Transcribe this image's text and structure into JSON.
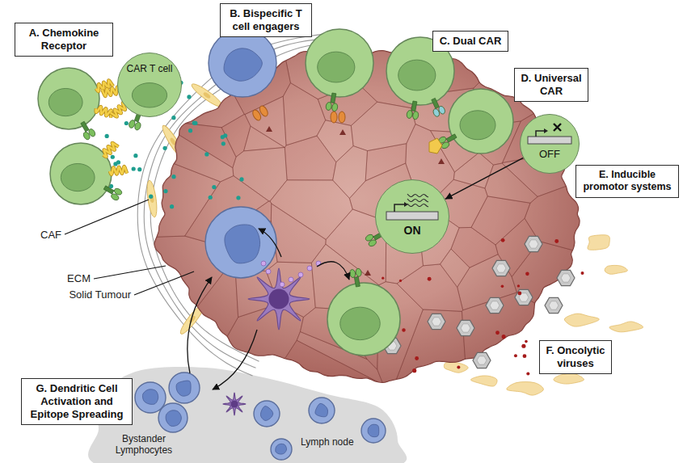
{
  "diagram": {
    "nodes": [
      {
        "text": [
          "A. Chemokine Receptor"
        ]
      },
      {
        "text": [
          "CAR T cell"
        ]
      },
      {
        "text": [
          "B. Bispecific T cell engagers"
        ]
      },
      {
        "text": [
          "C. Dual CAR"
        ]
      },
      {
        "text": [
          "D. Universal CAR"
        ]
      },
      {
        "text": [
          "OFF"
        ]
      },
      {
        "text": [
          "E. Inducible promotor systems"
        ]
      },
      {
        "text": [
          "ON"
        ]
      },
      {
        "text": [
          "F. Oncolytic viruses"
        ]
      },
      {
        "text": [
          "G. Dendritic Cell Activation and Epitope Spreading"
        ]
      }
    ],
    "edges": [
      {
        "from": 5,
        "to": 7,
        "arrow": "to"
      }
    ],
    "labels": [
      "CAF",
      "ECM",
      "Solid Tumour",
      "Bystander Lymphocytes",
      "Lymph node"
    ]
  }
}
